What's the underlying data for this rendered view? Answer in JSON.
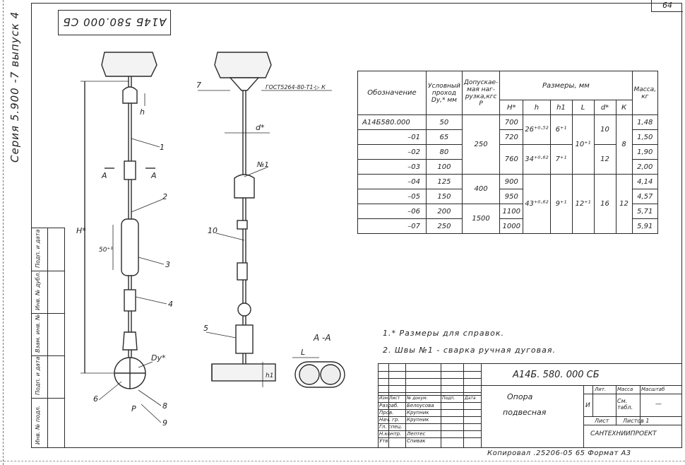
{
  "page_number": "64",
  "designation_stamp": "А14Б 580.000 СБ",
  "series_label": "Серия 5.900 -7 выпуск 4",
  "left_strip_labels": [
    "Инв. № подл.",
    "Подп. и дата",
    "Взам. инв. №",
    "Инв. № дубл.",
    "Подп. и дата"
  ],
  "drawing": {
    "front_labels": {
      "p1": "1",
      "p2": "2",
      "p3": "3",
      "p4": "4",
      "p6": "6",
      "p8": "8",
      "p9": "9",
      "section": "А",
      "section2": "А",
      "dim_h": "H*",
      "dim_50": "50⁺¹",
      "dim_h_small": "h",
      "dy": "Dу*",
      "force": "P"
    },
    "side_labels": {
      "p7": "7",
      "gost": "ГОСТ5264-80-Т1-▷ К",
      "d": "d*",
      "weld": "№1",
      "p10": "10",
      "p5": "5",
      "h1": "h1"
    },
    "section_labels": {
      "title": "А -А",
      "L": "L"
    }
  },
  "spec_table": {
    "header": {
      "designation": "Обозначение",
      "nominal_bore": "Условный проход Dу,* мм",
      "allowable_load": "Допускае- мая наг- рузка,кгс P",
      "dimensions": "Размеры, мм",
      "H": "H*",
      "h": "h",
      "h1": "h1",
      "L": "L",
      "d": "d*",
      "K": "К",
      "mass": "Масса, кг"
    },
    "rows": [
      {
        "designation": "А14Б580.000",
        "dy": "50",
        "H": "700",
        "mass": "1,48"
      },
      {
        "designation": "–01",
        "dy": "65",
        "H": "720",
        "mass": "1,50"
      },
      {
        "designation": "–02",
        "dy": "80",
        "H": "760",
        "mass": "1,90"
      },
      {
        "designation": "–03",
        "dy": "100",
        "H": "",
        "mass": "2,00"
      },
      {
        "designation": "–04",
        "dy": "125",
        "H": "900",
        "mass": "4,14"
      },
      {
        "designation": "–05",
        "dy": "150",
        "H": "950",
        "mass": "4,57"
      },
      {
        "designation": "–06",
        "dy": "200",
        "H": "1100",
        "mass": "5,71"
      },
      {
        "designation": "–07",
        "dy": "250",
        "H": "1000",
        "mass": "5,91"
      }
    ],
    "merged": {
      "load_250": "250",
      "load_400": "400",
      "load_1500": "1500",
      "h_a": "26⁺⁰·⁵²",
      "h_b": "34⁺⁰·⁶²",
      "h_c": "43⁺⁰·⁶²",
      "h1_a": "6⁺¹",
      "h1_b": "7⁺¹",
      "h1_c": "9⁺¹",
      "L_a": "10⁺¹",
      "L_b": "12⁺¹",
      "d_a": "10",
      "d_b": "12",
      "d_c": "16",
      "K_a": "8",
      "K_b": "12"
    }
  },
  "notes": [
    "1.* Размеры для справок.",
    "2. Швы №1 - сварка ручная дуговая."
  ],
  "title_block": {
    "doc_code": "А14Б. 580. 000 СБ",
    "name1": "Опора",
    "name2": "подвесная",
    "org": "САНТЕХНИИПРОЕКТ",
    "col_headers": [
      "Лит.",
      "Масса",
      "Масштаб"
    ],
    "lit": "И",
    "mass": "См. табл.",
    "scale": "—",
    "sheet": "Лист",
    "sheets": "Листов 1",
    "rev_headers": [
      "Изм.",
      "Лист",
      "№ докум.",
      "Подп.",
      "Дата"
    ],
    "roles": [
      "Разраб.",
      "Пров.",
      "Нач. гр.",
      "Гл. спец.",
      "Н.контр.",
      "Утв."
    ],
    "names": [
      "Белоусова",
      "Крупник",
      "Крупник",
      "",
      "Лептес",
      "Спивак"
    ]
  },
  "bottom_note": "Копировал .25206-05  65   Формат А3"
}
